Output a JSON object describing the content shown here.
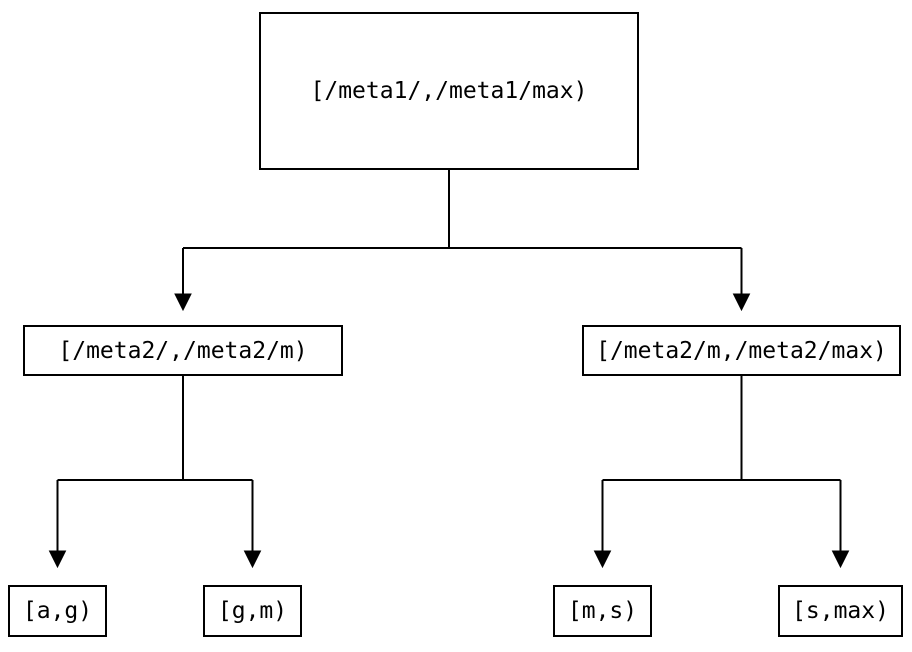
{
  "diagram": {
    "type": "tree",
    "colors": {
      "background": "#ffffff",
      "line": "#000000",
      "text": "#000000",
      "node_border": "#000000",
      "node_fill": "#ffffff"
    },
    "nodes": {
      "root": {
        "label": "[/meta1/,/meta1/max)"
      },
      "left": {
        "label": "[/meta2/,/meta2/m)"
      },
      "right": {
        "label": "[/meta2/m,/meta2/max)"
      },
      "leaf_ag": {
        "label": "[a,g)"
      },
      "leaf_gm": {
        "label": "[g,m)"
      },
      "leaf_ms": {
        "label": "[m,s)"
      },
      "leaf_smax": {
        "label": "[s,max)"
      }
    },
    "edges": [
      {
        "from": "root",
        "to": "left"
      },
      {
        "from": "root",
        "to": "right"
      },
      {
        "from": "left",
        "to": "leaf_ag"
      },
      {
        "from": "left",
        "to": "leaf_gm"
      },
      {
        "from": "right",
        "to": "leaf_ms"
      },
      {
        "from": "right",
        "to": "leaf_smax"
      }
    ]
  }
}
